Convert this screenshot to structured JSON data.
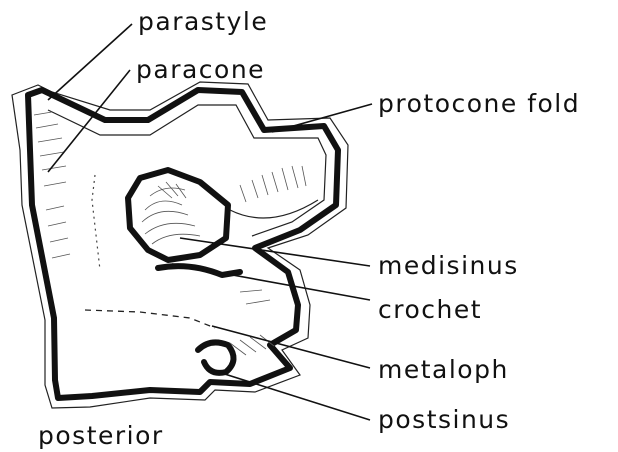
{
  "labels": {
    "parastyle": "parastyle",
    "paracone": "paracone",
    "protocone_fold": "protocone fold",
    "medisinus": "medisinus",
    "crochet": "crochet",
    "metaloph": "metaloph",
    "postsinus": "postsinus",
    "posterior": "posterior"
  }
}
